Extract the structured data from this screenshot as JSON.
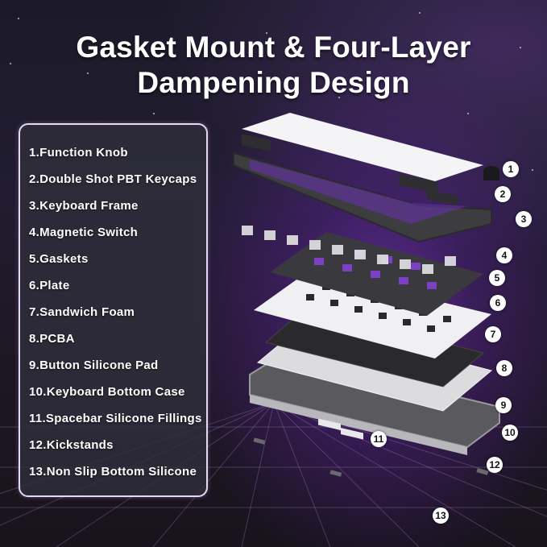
{
  "title": {
    "line1": "Gasket Mount & Four-Layer",
    "line2": "Dampening Design"
  },
  "components": [
    {
      "number": "1",
      "label": "1.Function Knob"
    },
    {
      "number": "2",
      "label": "2.Double Shot PBT Keycaps"
    },
    {
      "number": "3",
      "label": "3.Keyboard Frame"
    },
    {
      "number": "4",
      "label": "4.Magnetic Switch"
    },
    {
      "number": "5",
      "label": "5.Gaskets"
    },
    {
      "number": "6",
      "label": "6.Plate"
    },
    {
      "number": "7",
      "label": "7.Sandwich Foam"
    },
    {
      "number": "8",
      "label": "8.PCBA"
    },
    {
      "number": "9",
      "label": "9.Button Silicone Pad"
    },
    {
      "number": "10",
      "label": "10.Keyboard Bottom Case"
    },
    {
      "number": "11",
      "label": "11.Spacebar Silicone Fillings"
    },
    {
      "number": "12",
      "label": "12.Kickstands"
    },
    {
      "number": "13",
      "label": "13.Non Slip Bottom Silicone"
    }
  ],
  "colors": {
    "background": "#1e1826",
    "glow": "#7832be",
    "panel_border": "#e7d9f2",
    "panel_fill": "#302e3a",
    "text": "#ffffff"
  }
}
